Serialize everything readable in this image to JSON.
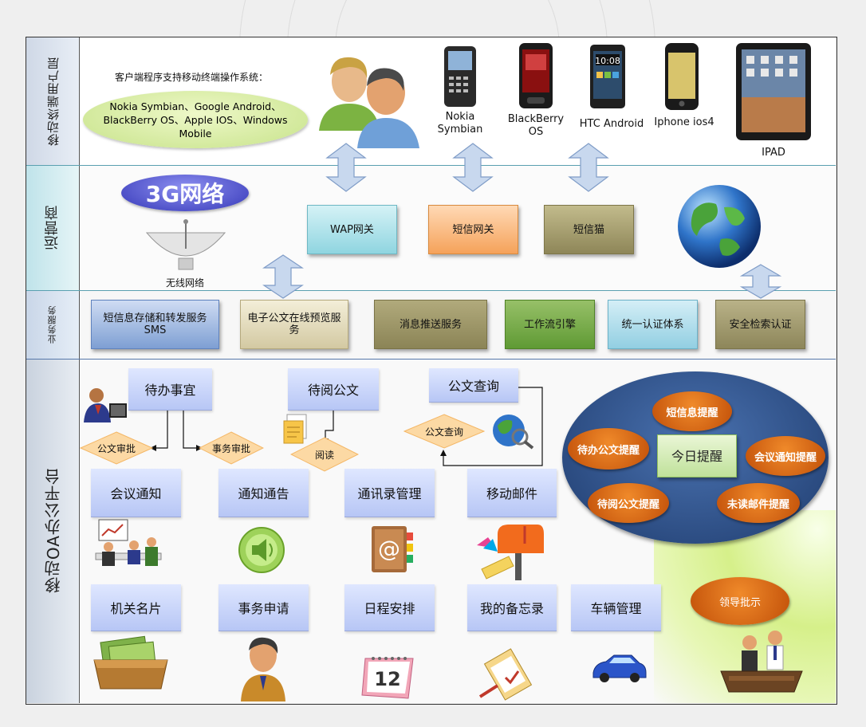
{
  "sections": {
    "mobile_users": "移动终端用户层",
    "operator": "运营商",
    "business": "业务服务",
    "oa_platform": "移动OA办公平台"
  },
  "client": {
    "caption": "客户端程序支持移动终端操作系统：",
    "os_list": "Nokia Symbian、Google Android、BlackBerry OS、Apple IOS、Windows Mobile"
  },
  "devices": {
    "nokia": "Nokia Symbian",
    "blackberry": "BlackBerry OS",
    "htc": "HTC Android",
    "iphone": "Iphone ios4",
    "ipad": "IPAD"
  },
  "operator": {
    "badge": "3G网络",
    "antenna_label": "无线网络",
    "wap": "WAP网关",
    "sms_gateway": "短信网关",
    "sms_cat": "短信猫"
  },
  "services": {
    "sms_store": "短信息存储和转发服务SMS",
    "doc_preview": "电子公文在线预览服务",
    "push": "消息推送服务",
    "workflow": "工作流引擎",
    "auth": "统一认证体系",
    "security": "安全检索认证"
  },
  "oa": {
    "todo": "待办事宜",
    "to_read": "待阅公文",
    "doc_query": "公文查询",
    "d_doc_approve": "公文审批",
    "d_affair_approve": "事务审批",
    "d_read": "阅读",
    "d_doc_query": "公文查询",
    "meeting": "会议通知",
    "notice": "通知通告",
    "contacts": "通讯录管理",
    "mail": "移动邮件",
    "card": "机关名片",
    "affair_apply": "事务申请",
    "schedule": "日程安排",
    "memo": "我的备忘录",
    "vehicle": "车辆管理",
    "leader": "领导批示",
    "calendar_day": "12"
  },
  "reminders": {
    "center": "今日提醒",
    "sms": "短信息提醒",
    "todo_doc": "待办公文提醒",
    "meeting": "会议通知提醒",
    "read_doc": "待阅公文提醒",
    "unread_mail": "未读邮件提醒"
  },
  "colors": {
    "module_top": "#dfe7ff",
    "module_bottom": "#b7c6f5",
    "oval_orange": "#e06a14",
    "ellipse_blue": "#2c4e86"
  }
}
